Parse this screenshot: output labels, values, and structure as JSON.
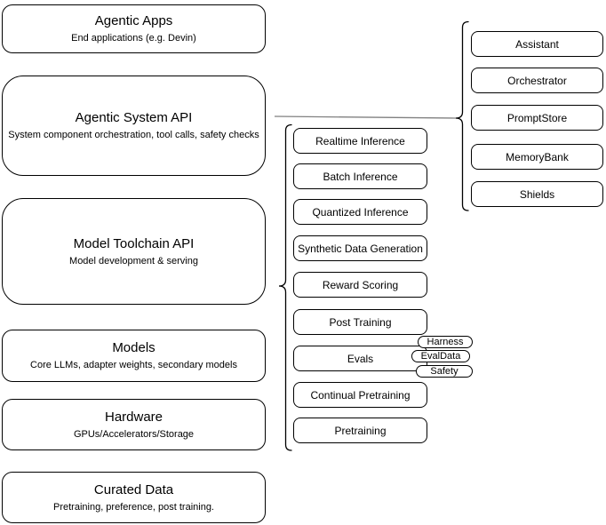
{
  "diagram": {
    "left_stack": [
      {
        "title": "Agentic Apps",
        "subtitle": "End applications (e.g. Devin)"
      },
      {
        "title": "Agentic System API",
        "subtitle": "System component orchestration, tool calls, safety checks"
      },
      {
        "title": "Model Toolchain API",
        "subtitle": "Model development & serving"
      },
      {
        "title": "Models",
        "subtitle": "Core LLMs, adapter weights, secondary models"
      },
      {
        "title": "Hardware",
        "subtitle": "GPUs/Accelerators/Storage"
      },
      {
        "title": "Curated Data",
        "subtitle": "Pretraining, preference, post training."
      }
    ],
    "toolchain_services": [
      "Realtime Inference",
      "Batch Inference",
      "Quantized Inference",
      "Synthetic Data Generation",
      "Reward Scoring",
      "Post Training",
      "Evals",
      "Continual Pretraining",
      "Pretraining"
    ],
    "eval_tags": [
      "Harness",
      "EvalData",
      "Safety"
    ],
    "agentic_components": [
      "Assistant",
      "Orchestrator",
      "PromptStore",
      "MemoryBank",
      "Shields"
    ],
    "colors": {
      "stroke": "#000000",
      "connector": "#808080",
      "background": "#ffffff"
    }
  }
}
